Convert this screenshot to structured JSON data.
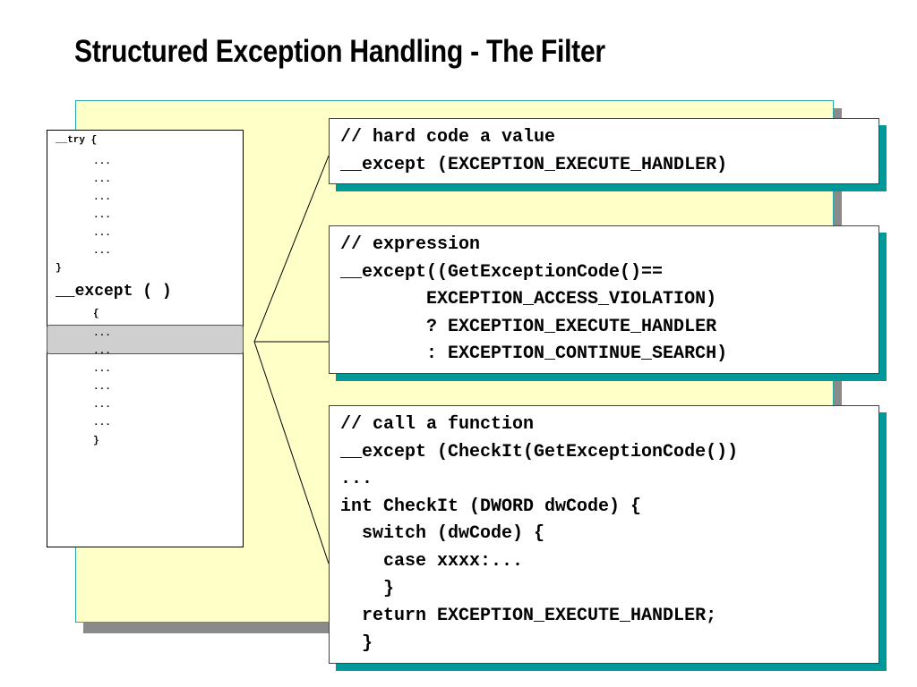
{
  "slide": {
    "title": "Structured Exception Handling - The Filter"
  },
  "code": {
    "try_open": "__try {",
    "dots": [
      "...",
      "...",
      "...",
      "...",
      "...",
      "..."
    ],
    "try_close": "}",
    "except_header": "__except ( )",
    "except_open": "{",
    "except_dots": [
      "...",
      "...",
      "...",
      "...",
      "...",
      "..."
    ],
    "except_close": "}"
  },
  "callouts": [
    {
      "lines": [
        "// hard code a value",
        "__except (EXCEPTION_EXECUTE_HANDLER)"
      ]
    },
    {
      "lines": [
        "// expression",
        "__except((GetExceptionCode()==",
        "        EXCEPTION_ACCESS_VIOLATION)",
        "        ? EXCEPTION_EXECUTE_HANDLER",
        "        : EXCEPTION_CONTINUE_SEARCH)"
      ]
    },
    {
      "lines": [
        "// call a function",
        "__except (CheckIt(GetExceptionCode())",
        "...",
        "int CheckIt (DWORD dwCode) {",
        "  switch (dwCode) {",
        "    case xxxx:...",
        "    }",
        "  return EXCEPTION_EXECUTE_HANDLER;",
        "  }"
      ]
    }
  ]
}
